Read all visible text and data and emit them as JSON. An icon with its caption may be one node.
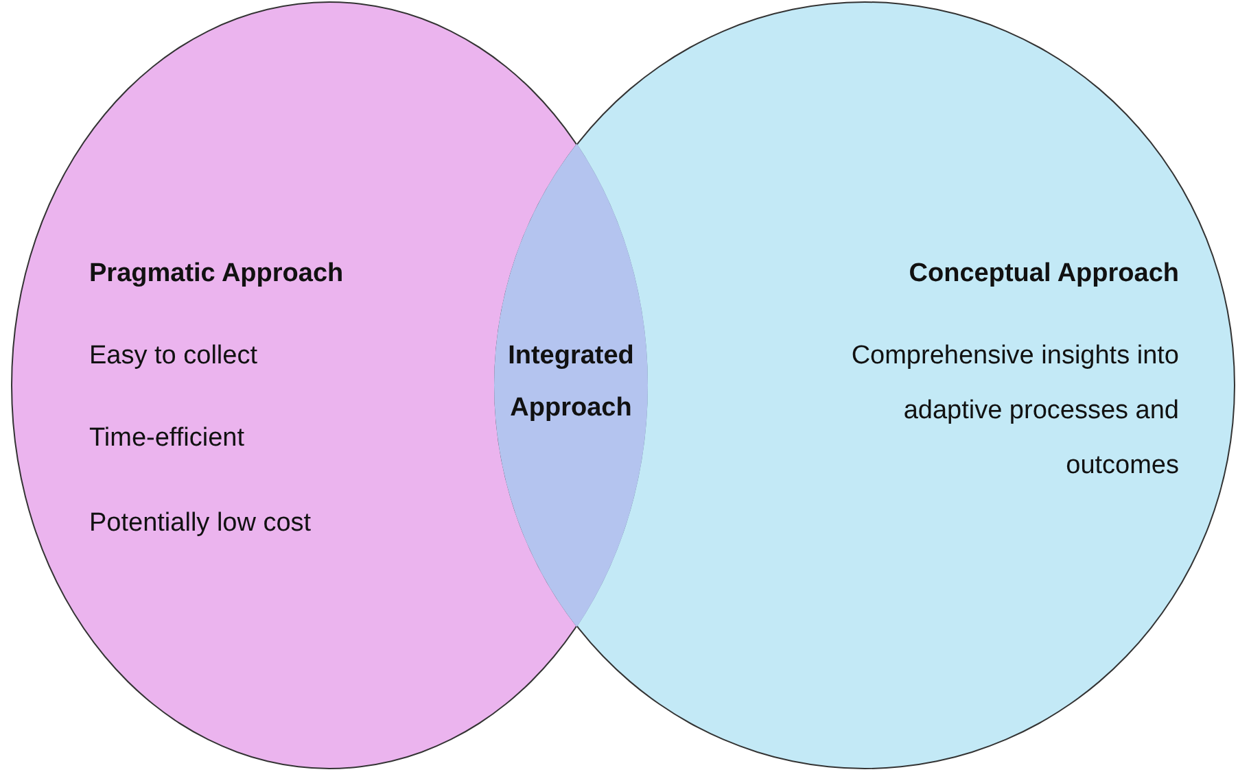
{
  "diagram": {
    "nodes": [
      {
        "text": [
          "Pragmatic Approach",
          "Easy to collect",
          "Time-efficient",
          "Potentially low cost"
        ]
      },
      {
        "text": [
          "Conceptual Approach",
          "Comprehensive insights into adaptive processes and outcomes"
        ]
      },
      {
        "text": [
          "Integrated Approach"
        ]
      }
    ]
  }
}
